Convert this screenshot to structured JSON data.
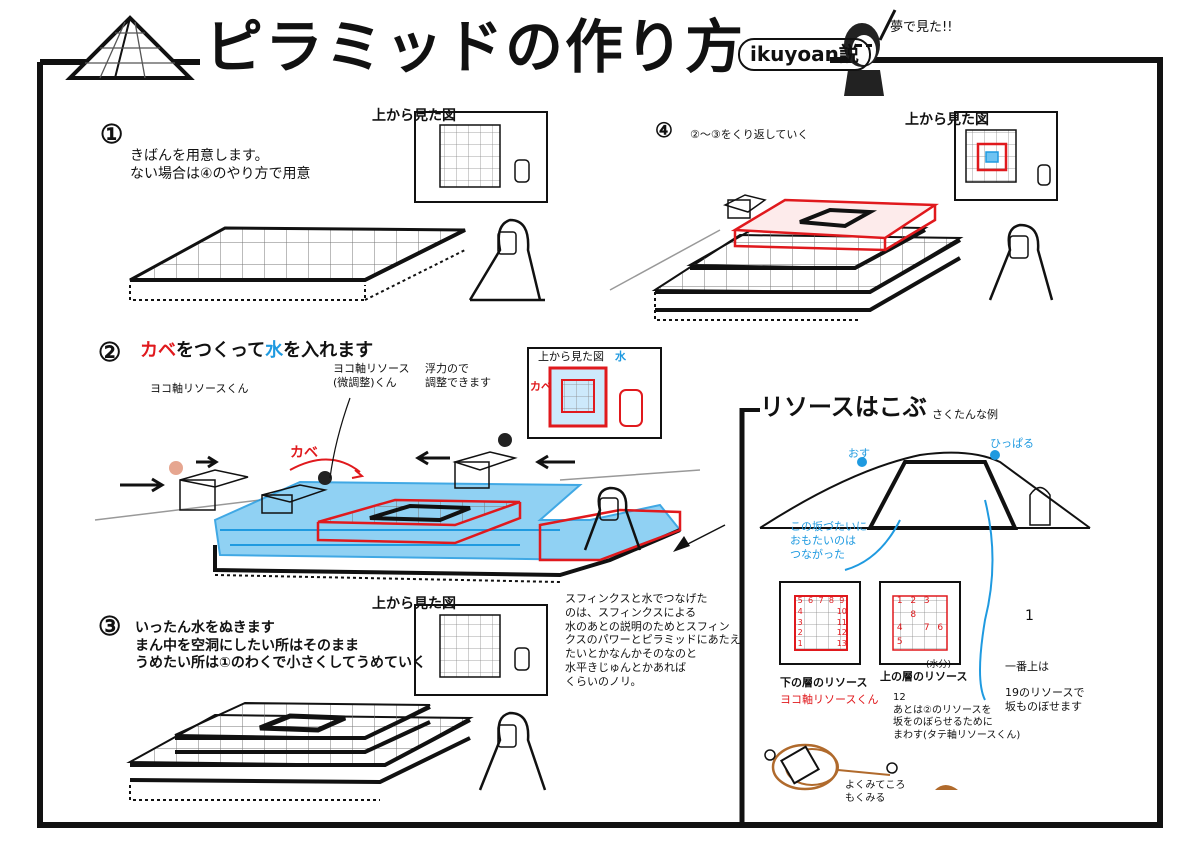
{
  "header": {
    "title": "ピラミッドの作り方",
    "subtitle": "ikuyoan説",
    "speech": "夢で見た!!"
  },
  "steps": [
    {
      "number": "①",
      "label_top": "上から見た図",
      "text": "きばんを用意します。\nない場合は④のやり方で用意"
    },
    {
      "number": "②",
      "text_a": "カベ",
      "text_b": "をつくって",
      "text_c": "水",
      "text_d": "を入れます",
      "label_top": "上から見た図",
      "label_mizu": "水",
      "label_kabe": "カベ",
      "label_kabe2": "カベ",
      "note_yoko": "ヨコ軸リソースくん",
      "note_adjust_a": "ヨコ軸リソース\n(微調整)くん",
      "note_adjust_b": "浮力ので\n調整できます"
    },
    {
      "number": "③",
      "label_top": "上から見た図",
      "text": "いったん水をぬきます\nまん中を空洞にしたい所はそのまま\nうめたい所は①のわくで小さくしてうめていく"
    },
    {
      "number": "④",
      "label_top": "上から見た図",
      "text": "②〜③をくり返していく"
    }
  ],
  "sphinx_note": "スフィンクスと水でつなげた\nのは、スフィンクスによる\n水のあとの説明のためとスフィン\nクスのパワーとピラミッドにあたえたいとかなんかそのなのと\n水平きじゅんとかあれば\nくらいのノリ。",
  "resource": {
    "title": "リソースはこぶ",
    "subtitle": "さくたんな例",
    "slope_label": "この坂づたいに\nおもたいのは\nつながった",
    "lower_caption": "下の層のリソース",
    "lower_sub": "ヨコ軸リソースくん",
    "upper_caption": "上の層のリソース",
    "upper_sub": "(水分)",
    "step_label": "一番上は",
    "note_19": "19のリソースで\n坂ものぼせます",
    "note_12": "12\nあとは②のリソースを\n坂をのぼらせるために\nまわす(タテ軸リソースくん)",
    "note_bottom": "よくみてころ\nもくみる",
    "note_osu": "おす",
    "note_hiku": "ひっぱる",
    "marker_1": "1",
    "grid_lower": [
      "5",
      "6",
      "7",
      "8",
      "9",
      "4",
      "",
      "",
      "",
      "10",
      "3",
      "",
      "",
      "",
      "11",
      "2",
      "",
      "",
      "",
      "12",
      "1",
      "",
      "",
      "",
      "13"
    ],
    "grid_upper": [
      "1",
      "2",
      "3",
      "",
      "",
      "8",
      "",
      "",
      "4",
      "",
      "7",
      "6",
      "5",
      "",
      "",
      ""
    ]
  },
  "colors": {
    "ink": "#111111",
    "red": "#e0191d",
    "blue": "#1f9ae0",
    "brown": "#b06a2c"
  }
}
